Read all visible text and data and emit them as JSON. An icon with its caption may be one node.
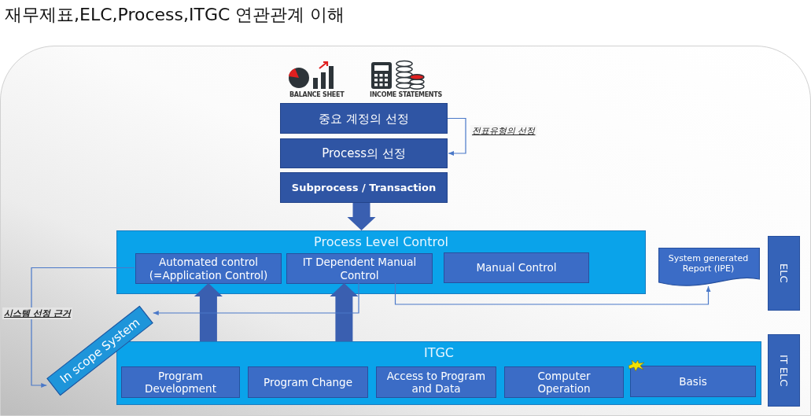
{
  "diagram": {
    "title": "재무제표,ELC,Process,ITGC 연관관계 이해",
    "nodes": [
      {
        "text": [
          "중요 계정의 선정"
        ]
      },
      {
        "text": [
          "Process의 선정"
        ]
      },
      {
        "text": [
          "Subprocess / Transaction"
        ]
      },
      {
        "text": [
          "Process Level Control"
        ]
      },
      {
        "text": [
          "Automated control (=Application Control)"
        ],
        "in": 3
      },
      {
        "text": [
          "IT Dependent Manual Control"
        ],
        "in": 3
      },
      {
        "text": [
          "Manual Control"
        ],
        "in": 3
      },
      {
        "text": [
          "System generated Report (IPE)"
        ]
      },
      {
        "text": [
          "ELC"
        ]
      },
      {
        "text": [
          "ITGC"
        ]
      },
      {
        "text": [
          "Program Development"
        ],
        "in": 9
      },
      {
        "text": [
          "Program Change"
        ],
        "in": 9
      },
      {
        "text": [
          "Access to Program and Data"
        ],
        "in": 9
      },
      {
        "text": [
          "Computer Operation"
        ],
        "in": 9
      },
      {
        "text": [
          "Basis"
        ],
        "in": 9
      },
      {
        "text": [
          "IT ELC"
        ]
      },
      {
        "text": [
          "In scope System"
        ]
      }
    ],
    "edges": [
      {
        "from": 0,
        "to": 1,
        "arrow": "to",
        "label": "전표유형의 선정"
      },
      {
        "from": 2,
        "to": 3,
        "arrow": "to",
        "style": "thick",
        "color": "#3a5fb0"
      },
      {
        "from": 9,
        "to": 4,
        "arrow": "to",
        "style": "thick",
        "color": "#3a5fb0"
      },
      {
        "from": 9,
        "to": 5,
        "arrow": "to",
        "style": "thick",
        "color": "#3a5fb0"
      },
      {
        "from": 5,
        "to": 7,
        "arrow": "to"
      },
      {
        "from": 5,
        "to": 16,
        "arrow": "to"
      },
      {
        "from": 4,
        "to": 16,
        "arrow": "to",
        "label": "시스템 선정 근거"
      }
    ],
    "labels": [
      "BALANCE SHEET",
      "INCOME STATEMENTS"
    ]
  }
}
